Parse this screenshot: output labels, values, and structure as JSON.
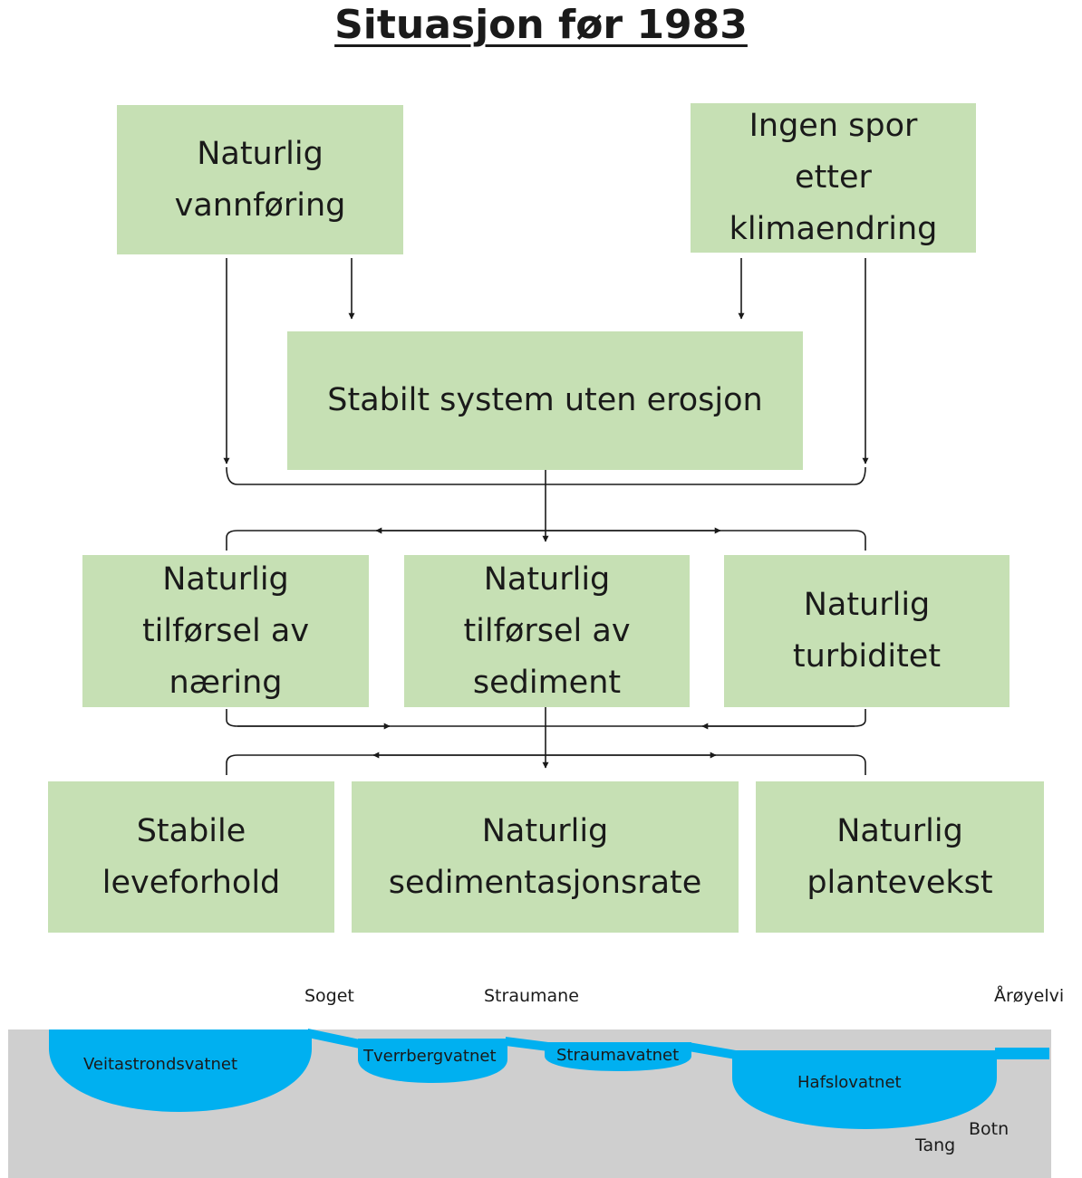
{
  "title": "Situasjon før 1983",
  "boxes": {
    "vannforing": "Naturlig\nvannføring",
    "klima": "Ingen spor\netter\nklimaendring",
    "stabilt": "Stabilt system uten erosjon",
    "naering": "Naturlig\ntilførsel av\nnæring",
    "sediment": "Naturlig\ntilførsel av\nsediment",
    "turbiditet": "Naturlig\nturbiditet",
    "leveforhold": "Stabile\nleveforhold",
    "sedrate": "Naturlig\nsedimentasjonsrate",
    "plantevekst": "Naturlig\nplantevekst"
  },
  "profile": {
    "places": {
      "soget": "Soget",
      "straumane": "Straumane",
      "aroyelvi": "Årøyelvi",
      "botn": "Botn",
      "tang": "Tang"
    },
    "lakes": {
      "veitastrond": "Veitastrondsvatnet",
      "tverrberg": "Tverrbergvatnet",
      "straumavatnet": "Straumavatnet",
      "hafslo": "Hafslovatnet"
    },
    "colors": {
      "water": "#00b0f0",
      "ground": "#cfcfcf",
      "box": "#c6e0b4"
    }
  }
}
